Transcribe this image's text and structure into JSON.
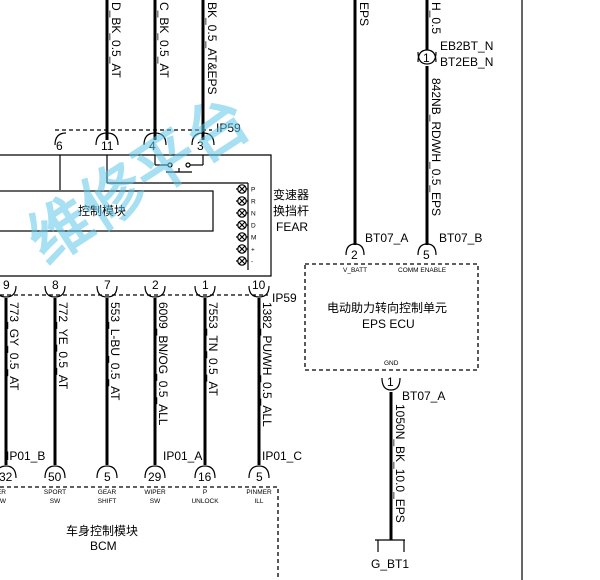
{
  "top_wires": [
    {
      "label": "D_BK_0.5_AT"
    },
    {
      "label": "C_BK_0.5_AT"
    },
    {
      "label": "BK_0.5_AT&EPS"
    },
    {
      "label": "EPS"
    },
    {
      "label": "H_0.5"
    }
  ],
  "connectors": {
    "ip59": "IP59",
    "ip59_bottom": "IP59",
    "ip01_b": "IP01_B",
    "ip01_a": "IP01_A",
    "ip01_c": "IP01_C",
    "eb2bt_n": "EB2BT_N",
    "bt2eb_n": "BT2EB_N",
    "bt07_a_left": "BT07_A",
    "bt07_b": "BT07_B",
    "bt07_a_bottom": "BT07_A",
    "g_bt1": "G_BT1"
  },
  "pins_top": {
    "p6": "6",
    "p11": "11",
    "p4": "4",
    "p3": "3"
  },
  "pins_ip59": {
    "p9": "9",
    "p8": "8",
    "p7": "7",
    "p2": "2",
    "p1": "1",
    "p10": "10"
  },
  "pins_bcm": {
    "p32": "32",
    "p50": "50",
    "p5a": "5",
    "p29": "29",
    "p16": "16",
    "p5b": "5"
  },
  "pins_eps": {
    "p2": "2",
    "p5": "5",
    "p1": "1",
    "p1_top": "1"
  },
  "module": {
    "label": "控制模块"
  },
  "selector": {
    "line1": "变速器",
    "line2": "换挡杆",
    "line3": "FEAR",
    "positions": [
      "P",
      "R",
      "N",
      "D",
      "M",
      "+",
      "-"
    ]
  },
  "bottom_wires": [
    {
      "label": "773_GY_0.5_AT"
    },
    {
      "label": "772_YE_0.5_AT"
    },
    {
      "label": "553_L-BU_0.5_AT"
    },
    {
      "label": "6009_BN/OG_0.5_ALL"
    },
    {
      "label": "7553_TN_0.5_AT"
    },
    {
      "label": "1382_PU/WH_0.5_ALL"
    }
  ],
  "eps_wires": {
    "top_right": "842NB_RD/WH_0.5_EPS",
    "ground": "1050N_BK_10.0_EPS"
  },
  "eps_unit": {
    "line1": "电动助力转向控制单元",
    "line2": "EPS ECU",
    "v_batt": "V_BATT",
    "comm_enable": "COMM ENABLE",
    "gnd": "GND"
  },
  "bcm": {
    "line1": "车身控制模块",
    "line2": "BCM",
    "pins": [
      {
        "l1": "INTER",
        "l2": "SW"
      },
      {
        "l1": "SPORT",
        "l2": "SW"
      },
      {
        "l1": "GEAR",
        "l2": "SHIFT"
      },
      {
        "l1": "WIPER",
        "l2": "SW"
      },
      {
        "l1": "P",
        "l2": "UNLOCK"
      },
      {
        "l1": "PINMER",
        "l2": "ILL"
      }
    ]
  },
  "watermark": "维修平台"
}
